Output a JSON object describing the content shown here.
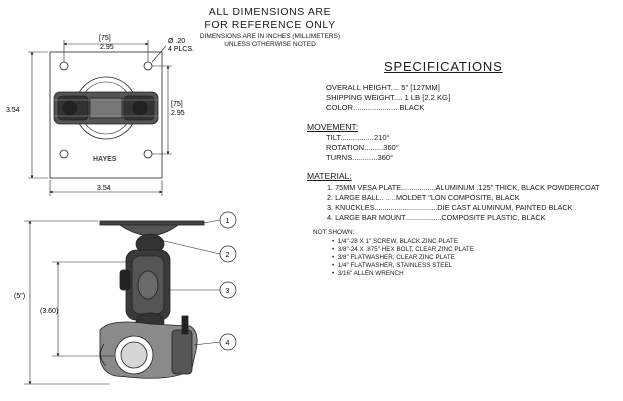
{
  "header": {
    "line1": "ALL DIMENSIONS ARE",
    "line2": "FOR REFERENCE ONLY",
    "note1": "DIMENSIONS ARE IN INCHES (MILLIMETERS)",
    "note2": "UNLESS OTHERWISE NOTED"
  },
  "specs": {
    "title": "SPECIFICATIONS",
    "overall_height": "OVERALL HEIGHT.... 5\" [127MM]",
    "shipping_weight": "SHIPPING WEIGHT.... 1 LB [2.2 KG]",
    "color": "COLOR..................... BLACK"
  },
  "movement": {
    "title": "MOVEMENT:",
    "tilt": "TILT................210°",
    "rotation": "ROTATION.........360°",
    "turns": "TURNS............360°"
  },
  "material": {
    "title": "MATERIAL:",
    "items": [
      "1.   75MM VESA PLATE.................ALUMINUM .125\" THICK, BLACK POWDERCOAT",
      "2.   LARGE BALL..  ..          ..MOLDET    \"LON COMPOSITE, BLACK",
      "3.   KNUCKLES...............................DIE CAST ALUMINUM, PAINTED BLACK",
      "4.   LARGE BAR MOUNT..................COMPOSITE PLASTIC, BLACK"
    ]
  },
  "not_shown": {
    "title": "NOT SHOWN:",
    "items": [
      "1/4\"-28 X 1\" SCREW, BLACK ZINC PLATE",
      "3/8\"-24 X .875\" HEX BOLT, CLEAR ZINC PLATE",
      "3/8\" FLATWASHER, CLEAR ZINC PLATE",
      "1/4\" FLATWASHER, STAINLESS STEEL",
      "3/16\" ALLEN WRENCH"
    ]
  },
  "dimensions": {
    "top_width_mm": "[75]",
    "top_width_in": "2.95",
    "hole_dia": "Ø .20",
    "hole_count": "4 PLCS.",
    "left_height": "3.54",
    "right_height_mm": "[75]",
    "right_height_in": "2.95",
    "bottom_width": "3.54",
    "overall_side": "(5\")",
    "inner_side": "(3.60)"
  },
  "callouts": [
    "1",
    "2",
    "3",
    "4"
  ],
  "logo_text": "HAYES"
}
